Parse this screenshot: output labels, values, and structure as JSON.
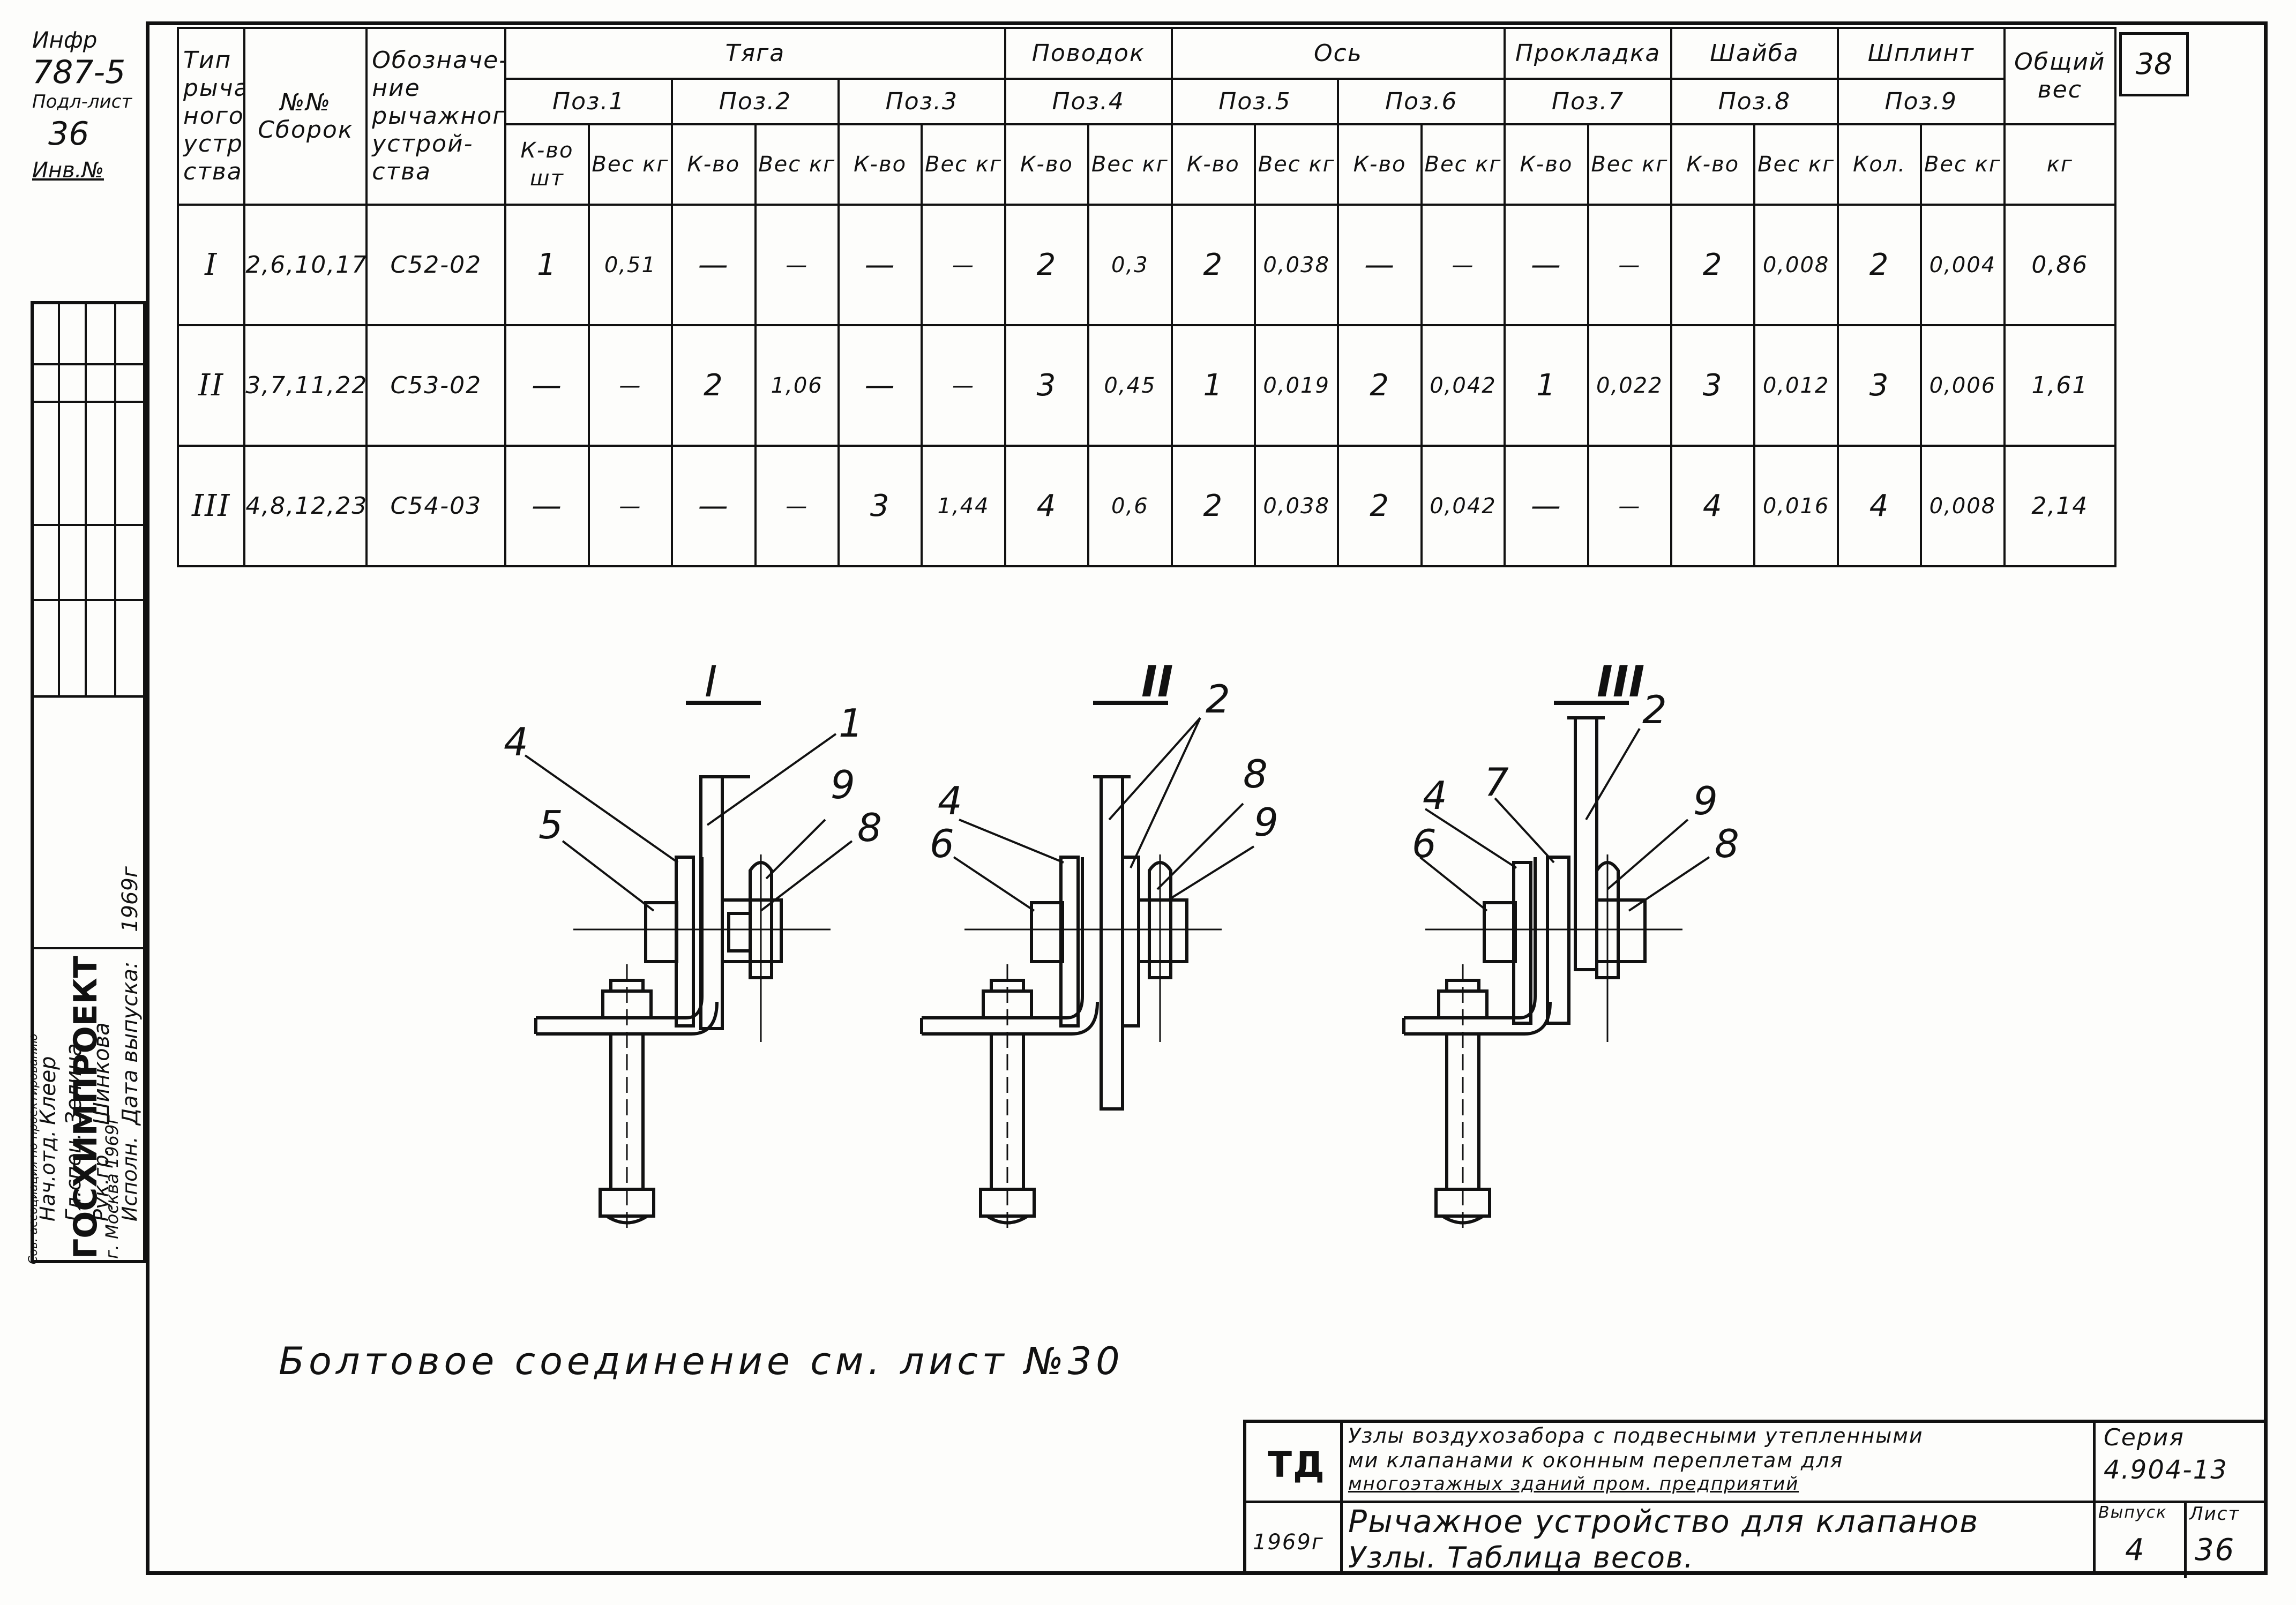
{
  "corner": {
    "line1": "Инфр",
    "line2": "787-5",
    "line3": "Подл-лист",
    "line4": "36",
    "line5": "Инв.№"
  },
  "table": {
    "col_type": [
      "Тип",
      "рычаж-",
      "ного",
      "устрой",
      "ства"
    ],
    "col_assembly": "№№ Сборок",
    "col_designation": [
      "Обозначе-",
      "ние рычажного",
      "устрой-",
      "ства"
    ],
    "groups": [
      {
        "label": "Тяга",
        "positions": [
          "Поз.1",
          "Поз.2",
          "Поз.3"
        ]
      },
      {
        "label": "Поводок",
        "positions": [
          "Поз.4"
        ]
      },
      {
        "label": "Ось",
        "positions": [
          "Поз.5",
          "Поз.6"
        ]
      },
      {
        "label": "Прокладка",
        "positions": [
          "Поз.7"
        ]
      },
      {
        "label": "Шайба",
        "positions": [
          "Поз.8"
        ]
      },
      {
        "label": "Шплинт",
        "positions": [
          "Поз.9"
        ]
      }
    ],
    "col_total": [
      "Общий",
      "вес"
    ],
    "sub_qty_first": "К-во шт",
    "sub_qty": "К-во",
    "sub_qty_last": "Кол.",
    "sub_weight": "Вес кг",
    "total_unit": "кг",
    "dash": "—",
    "rows": [
      {
        "type": "I",
        "assemblies": "2,6,10,17",
        "designation": "С52-02",
        "cells": [
          "1",
          "0,51",
          "—",
          "—",
          "—",
          "—",
          "2",
          "0,3",
          "2",
          "0,038",
          "—",
          "—",
          "—",
          "—",
          "2",
          "0,008",
          "2",
          "0,004"
        ],
        "total": "0,86"
      },
      {
        "type": "II",
        "assemblies": "3,7,11,22",
        "designation": "С53-02",
        "cells": [
          "—",
          "—",
          "2",
          "1,06",
          "—",
          "—",
          "3",
          "0,45",
          "1",
          "0,019",
          "2",
          "0,042",
          "1",
          "0,022",
          "3",
          "0,012",
          "3",
          "0,006"
        ],
        "total": "1,61"
      },
      {
        "type": "III",
        "assemblies": "4,8,12,23",
        "designation": "С54-03",
        "cells": [
          "—",
          "—",
          "—",
          "—",
          "3",
          "1,44",
          "4",
          "0,6",
          "2",
          "0,038",
          "2",
          "0,042",
          "—",
          "—",
          "4",
          "0,016",
          "4",
          "0,008"
        ],
        "total": "2,14"
      }
    ]
  },
  "sheet_top": "38",
  "drawings": {
    "titles": [
      "I",
      "II",
      "III"
    ],
    "callouts_1": [
      "4",
      "5",
      "1",
      "9",
      "8"
    ],
    "callouts_2": [
      "4",
      "6",
      "2",
      "8",
      "9"
    ],
    "callouts_3": [
      "4",
      "6",
      "7",
      "2",
      "9",
      "8"
    ]
  },
  "note": "Болтовое соединение см. лист №30",
  "side_block": {
    "roles": [
      "Нач.отд.",
      "Гл.спец.",
      "Рук.гр.",
      "Исполн."
    ],
    "names": [
      "Клеер",
      "Зелина",
      "Шинкова"
    ],
    "date_label": "Дата выпуска:",
    "date_value": "1969г",
    "org": "ГОСХИМПРОЕКТ",
    "org_sub": "г. Москва 1969г",
    "org_dept": "Сов. ассоциация по проектированию"
  },
  "stamp": {
    "code": "ТД",
    "year": "1969г",
    "title_line1": "Узлы воздухозабора с подвесными утепленными",
    "title_line2": "ми клапанами к оконным переплетам для",
    "title_line3": "многоэтажных зданий пром. предприятий",
    "title_line4": "Рычажное устройство для клапанов",
    "title_line5": "Узлы. Таблица весов.",
    "series_label": "Серия",
    "series_value": "4.904-13",
    "issue_label": "Выпуск",
    "issue_value": "4",
    "sheet_label": "Лист",
    "sheet_value": "36"
  }
}
